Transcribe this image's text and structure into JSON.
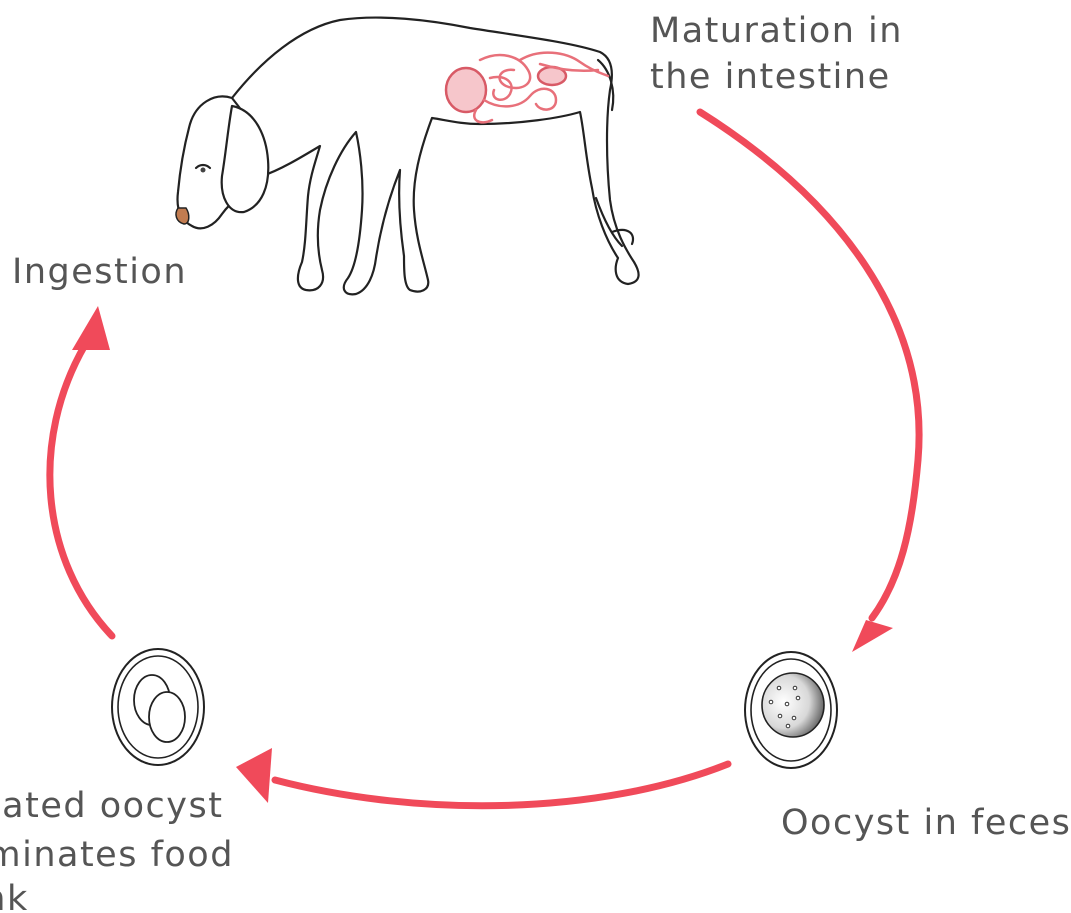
{
  "labels": {
    "maturation": [
      "Maturation in",
      "the intestine"
    ],
    "ingestion": "Ingestion",
    "oocyst_feces": "Oocyst in feces",
    "sporulated": [
      "Sporulated oocyst",
      "contaminates food",
      "or drink"
    ]
  },
  "colors": {
    "arrow": "#f04a5a",
    "line": "#222222",
    "text": "#555555",
    "intestine": "#e8707a",
    "nose": "#c27c50"
  },
  "icons": [
    "dog-illustration",
    "intestine-illustration",
    "oocyst-icon",
    "sporulated-oocyst-icon"
  ]
}
